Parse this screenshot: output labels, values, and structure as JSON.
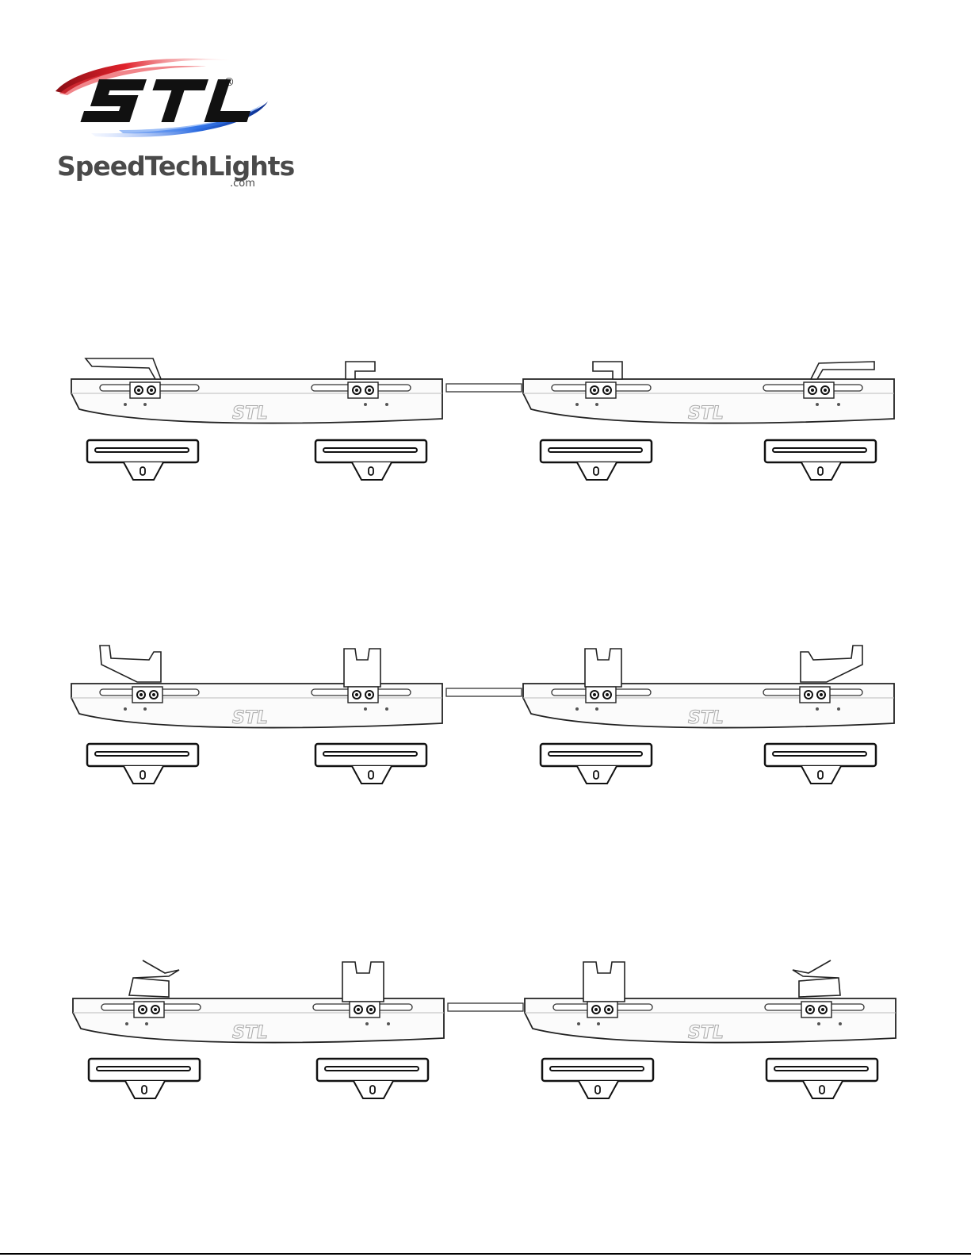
{
  "brand": {
    "logo_text": "STL",
    "registered_mark": "®",
    "name": "SpeedTechLights",
    "domain": ".com",
    "colors": {
      "red": "#d8202a",
      "blue": "#1e5fd8",
      "text": "#4a4a4a",
      "black": "#111111"
    }
  },
  "diagrams": [
    {
      "variant": "curved-hook-brackets",
      "bar_emblem": "STL"
    },
    {
      "variant": "u-brackets",
      "bar_emblem": "STL"
    },
    {
      "variant": "wire-hook-brackets",
      "bar_emblem": "STL"
    }
  ]
}
